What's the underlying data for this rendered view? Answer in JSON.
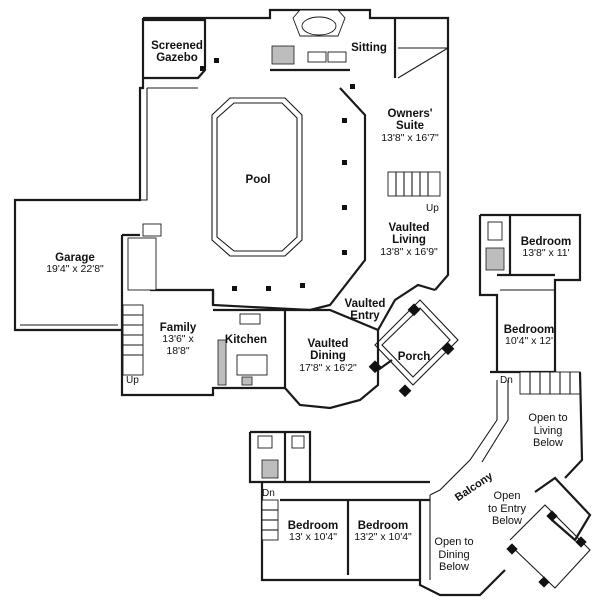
{
  "rooms": {
    "gazebo": {
      "name_line1": "Screened",
      "name_line2": "Gazebo"
    },
    "sitting": {
      "name": "Sitting"
    },
    "owners_suite": {
      "name_line1": "Owners'",
      "name_line2": "Suite",
      "dims": "13'8\" x 16'7\""
    },
    "pool": {
      "name": "Pool"
    },
    "garage": {
      "name": "Garage",
      "dims": "19'4\" x 22'8\""
    },
    "living": {
      "name_line1": "Vaulted",
      "name_line2": "Living",
      "dims": "13'8\" x 16'9\""
    },
    "family": {
      "name": "Family",
      "dims_line1": "13'6\" x",
      "dims_line2": "18'8\""
    },
    "kitchen": {
      "name": "Kitchen"
    },
    "entry": {
      "name_line1": "Vaulted",
      "name_line2": "Entry"
    },
    "dining": {
      "name_line1": "Vaulted",
      "name_line2": "Dining",
      "dims": "17'8\" x 16'2\""
    },
    "porch": {
      "name": "Porch"
    },
    "bedroom_upper_right": {
      "name": "Bedroom",
      "dims": "13'8\" x 11'"
    },
    "bedroom_mid_right": {
      "name": "Bedroom",
      "dims": "10'4\" x 12'"
    },
    "bedroom_bottom_left": {
      "name": "Bedroom",
      "dims": "13' x 10'4\""
    },
    "bedroom_bottom_mid": {
      "name": "Bedroom",
      "dims": "13'2\" x 10'4\""
    },
    "balcony": {
      "name": "Balcony"
    },
    "open_living": {
      "line1": "Open to",
      "line2": "Living",
      "line3": "Below"
    },
    "open_entry": {
      "line1": "Open",
      "line2": "to Entry",
      "line3": "Below"
    },
    "open_dining": {
      "line1": "Open to",
      "line2": "Dining",
      "line3": "Below"
    }
  },
  "stairs": {
    "up_suite": "Up",
    "up_family": "Up",
    "dn_right": "Dn",
    "dn_left": "Dn"
  }
}
